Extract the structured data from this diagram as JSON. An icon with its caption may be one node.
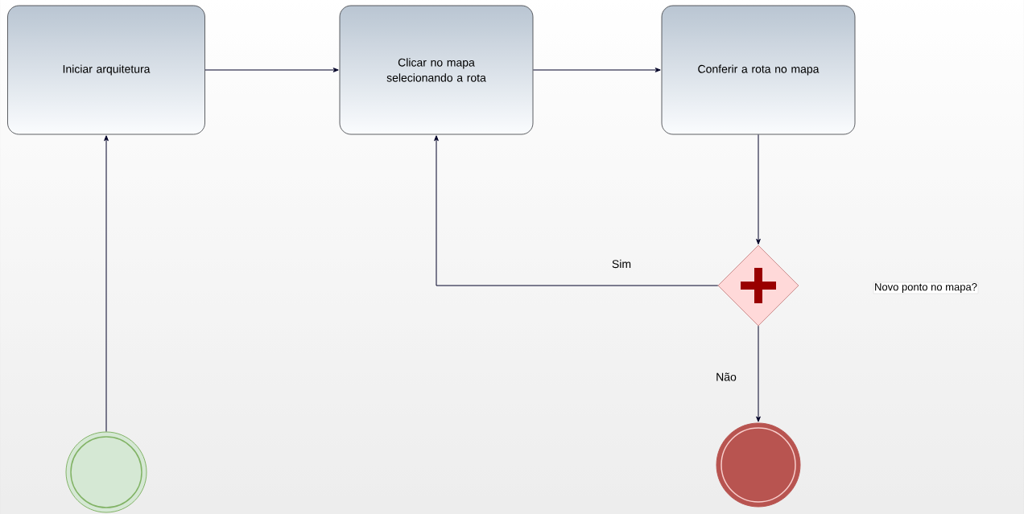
{
  "diagram": {
    "nodes": [
      {
        "text": [
          "Iniciar arquitetura"
        ]
      },
      {
        "text": [
          "Clicar no mapa selecionando a rota"
        ]
      },
      {
        "text": [
          "Conferir a rota no mapa"
        ]
      },
      {
        "text": [],
        "shape": "diamond"
      },
      {
        "text": [
          "Novo ponto no mapa?"
        ]
      },
      {
        "text": [],
        "shape": "circle"
      },
      {
        "text": [],
        "shape": "circle"
      }
    ],
    "edges": [
      {
        "from": 5,
        "to": 0,
        "arrow": "to"
      },
      {
        "from": 0,
        "to": 1,
        "arrow": "to"
      },
      {
        "from": 1,
        "to": 2,
        "arrow": "to"
      },
      {
        "from": 2,
        "to": 3,
        "arrow": "to"
      },
      {
        "from": 3,
        "to": 1,
        "arrow": "to",
        "label": "Sim"
      },
      {
        "from": 3,
        "to": 6,
        "arrow": "to",
        "label": "Não"
      }
    ]
  }
}
